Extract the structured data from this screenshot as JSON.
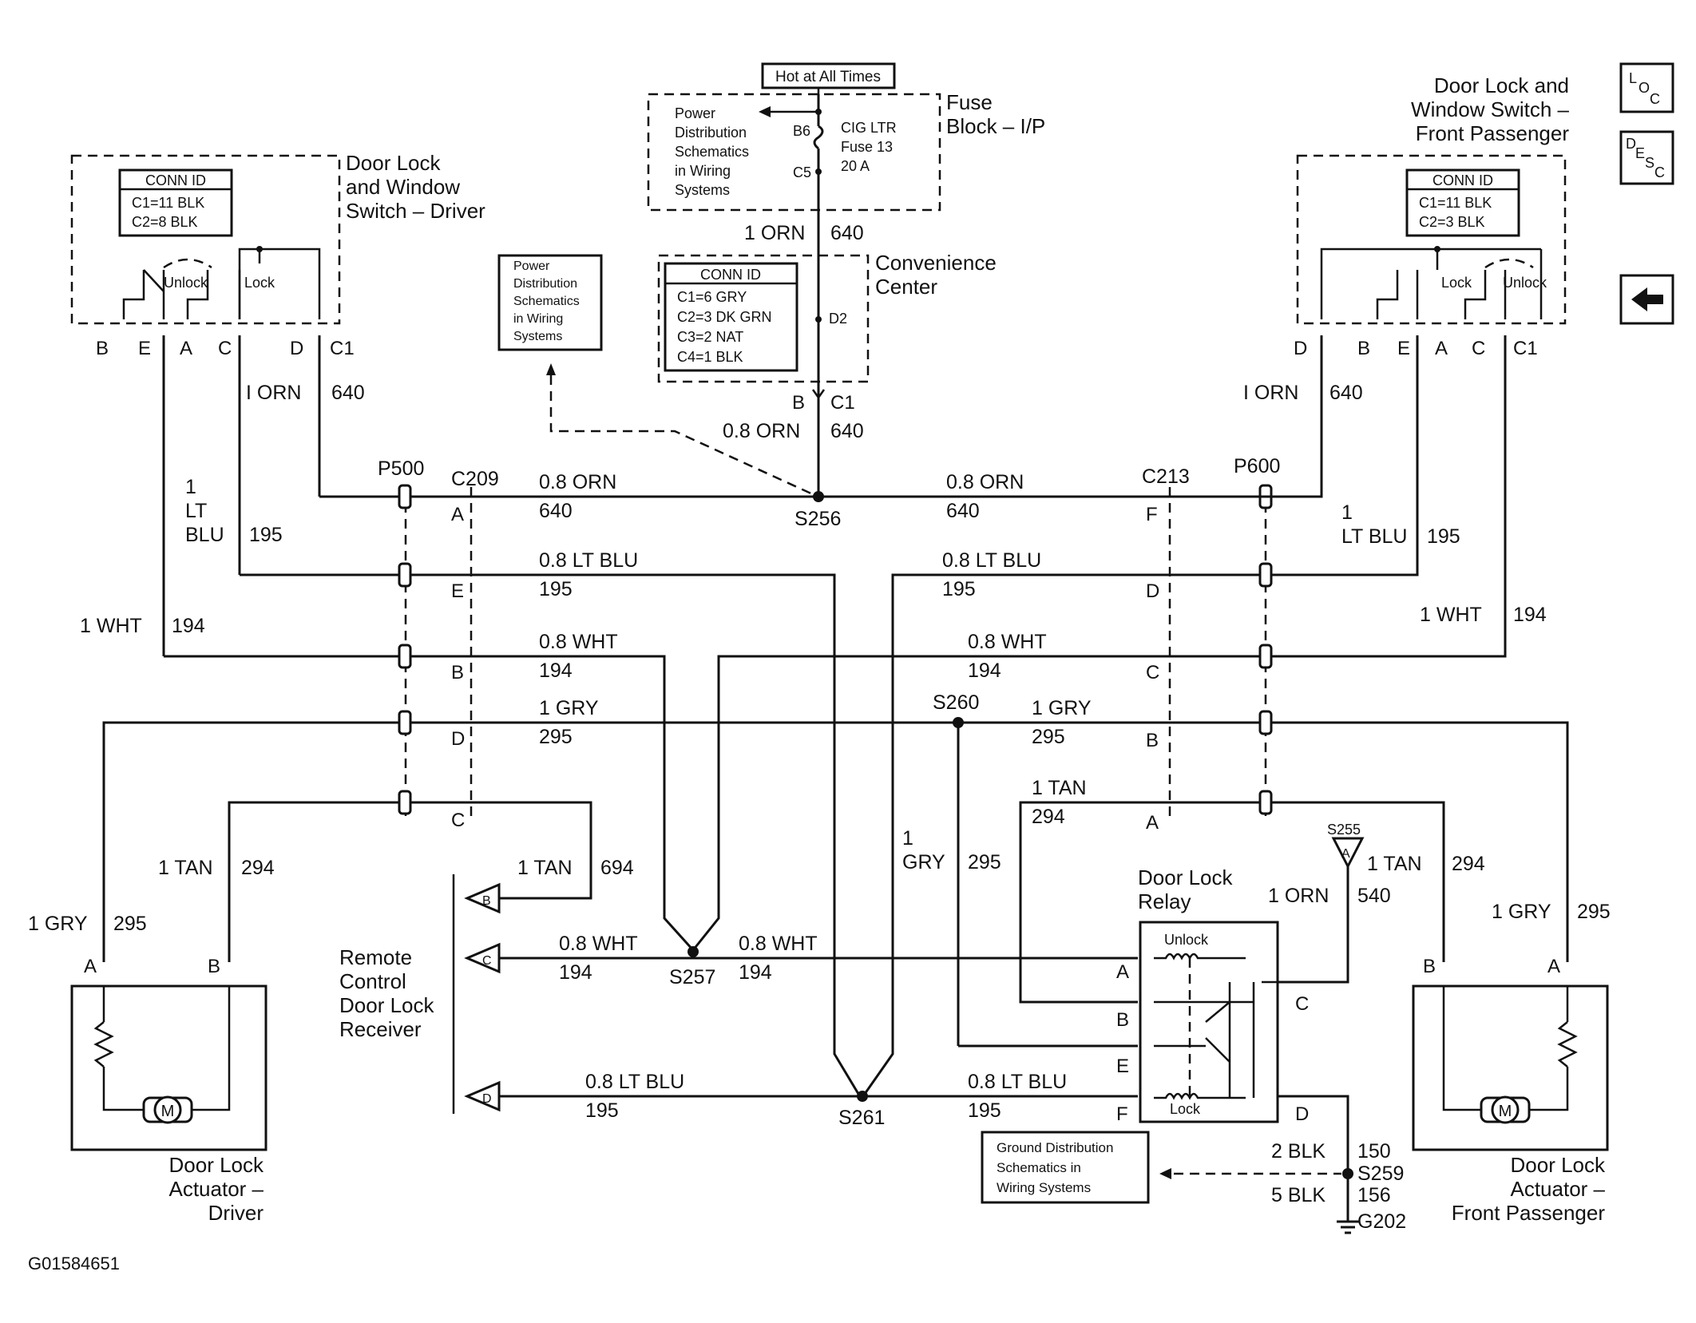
{
  "header": {
    "hot_at_all_times": "Hot at All Times",
    "fuse_block": [
      "Fuse",
      "Block – I/P"
    ],
    "fuse_note": [
      "Power",
      "Distribution",
      "Schematics",
      "in Wiring",
      "Systems"
    ],
    "fuse_pins": [
      "B6",
      "C5"
    ],
    "fuse_name": [
      "CIG LTR",
      "Fuse 13",
      "20 A"
    ]
  },
  "nav": {
    "loc_icon": [
      "L",
      "O",
      "C"
    ],
    "desc_icon": [
      "D",
      "E",
      "S",
      "C"
    ],
    "back_icon": "back-arrow"
  },
  "convenience_center": {
    "title": [
      "Convenience",
      "Center"
    ],
    "conn_id_title": "CONN ID",
    "conn_id": [
      "C1=6 GRY",
      "C2=3 DK GRN",
      "C3=2 NAT",
      "C4=1 BLK"
    ],
    "pin": "D2",
    "bottom_pins": [
      "B",
      "C1"
    ]
  },
  "power_note_left": [
    "Power",
    "Distribution",
    "Schematics",
    "in Wiring",
    "Systems"
  ],
  "driver_switch": {
    "title": [
      "Door Lock",
      "and Window",
      "Switch – Driver"
    ],
    "conn_id_title": "CONN ID",
    "conn_id": [
      "C1=11 BLK",
      "C2=8 BLK"
    ],
    "switch_labels": [
      "Unlock",
      "Lock"
    ],
    "pins": [
      "B",
      "E",
      "A",
      "C",
      "D",
      "C1"
    ]
  },
  "passenger_switch": {
    "title": [
      "Door Lock and",
      "Window Switch –",
      "Front Passenger"
    ],
    "conn_id_title": "CONN ID",
    "conn_id": [
      "C1=11 BLK",
      "C2=3 BLK"
    ],
    "switch_labels": [
      "Lock",
      "Unlock"
    ],
    "pins": [
      "D",
      "B",
      "E",
      "A",
      "C",
      "C1"
    ]
  },
  "wires": {
    "orn_top_size": "1 ORN",
    "orn_top_circuit": "640",
    "orn_mid_size": "0.8 ORN",
    "orn_mid_circuit": "640",
    "drv_orn_size": "I ORN",
    "drv_orn_circuit": "640",
    "pas_orn_size": "I ORN",
    "pas_orn_circuit": "640",
    "drv_ltblu": [
      "1",
      "LT",
      "BLU"
    ],
    "drv_ltblu_circuit": "195",
    "pas_ltblu": [
      "1",
      "LT BLU"
    ],
    "pas_ltblu_circuit": "195",
    "drv_wht": "1 WHT",
    "drv_wht_circuit": "194",
    "pas_wht": "1 WHT",
    "pas_wht_circuit": "194",
    "row_orn_l": [
      "0.8 ORN",
      "640"
    ],
    "row_orn_r": [
      "0.8 ORN",
      "640"
    ],
    "row_ltblu_l": [
      "0.8 LT BLU",
      "195"
    ],
    "row_ltblu_r": [
      "0.8 LT BLU",
      "195"
    ],
    "row_wht_l": [
      "0.8 WHT",
      "194"
    ],
    "row_wht_r": [
      "0.8 WHT",
      "194"
    ],
    "row_gry_l": [
      "1 GRY",
      "295"
    ],
    "row_gry_r": [
      "1 GRY",
      "295"
    ],
    "row_tan_r": [
      "1 TAN",
      "294"
    ],
    "drv_tan": [
      "1 TAN",
      "294"
    ],
    "drv_gry": [
      "1 GRY",
      "295"
    ],
    "rc_tan": [
      "1 TAN",
      "694"
    ],
    "rc_wht_l": [
      "0.8 WHT",
      "194"
    ],
    "rc_wht_r": [
      "0.8 WHT",
      "194"
    ],
    "rc_ltblu_l": [
      "0.8 LT BLU",
      "195"
    ],
    "rc_ltblu_r": [
      "0.8 LT BLU",
      "195"
    ],
    "mid_gry": [
      "1",
      "GRY"
    ],
    "mid_gry_circuit": "295",
    "pas_tan": [
      "1 TAN",
      "294"
    ],
    "pas_gry": [
      "1 GRY",
      "295"
    ],
    "relay_orn": [
      "1 ORN",
      "540"
    ],
    "gnd_blk_2": [
      "2 BLK",
      "150"
    ],
    "gnd_blk_5": [
      "5 BLK",
      "156"
    ]
  },
  "connectors": {
    "p500": "P500",
    "c209": "C209",
    "c209_pins": [
      "A",
      "E",
      "B",
      "D",
      "C"
    ],
    "p600": "P600",
    "c213": "C213",
    "c213_pins": [
      "F",
      "D",
      "C",
      "B",
      "A"
    ]
  },
  "splices": {
    "s256": "S256",
    "s260": "S260",
    "s257": "S257",
    "s261": "S261",
    "s255": "S255",
    "s255_pin": "A",
    "s259": "S259",
    "g202": "G202"
  },
  "receiver": {
    "title": [
      "Remote",
      "Control",
      "Door Lock",
      "Receiver"
    ],
    "pins": [
      "B",
      "C",
      "D"
    ]
  },
  "relay": {
    "title": [
      "Door Lock",
      "Relay"
    ],
    "unlock": "Unlock",
    "lock": "Lock",
    "left_pins": [
      "A",
      "B",
      "E",
      "F"
    ],
    "right_pins": [
      "C",
      "D"
    ]
  },
  "ground_note": [
    "Ground Distribution",
    "Schematics in",
    "Wiring Systems"
  ],
  "driver_actuator": {
    "title": [
      "Door Lock",
      "Actuator –",
      "Driver"
    ],
    "pins": [
      "A",
      "B"
    ],
    "motor": "M"
  },
  "passenger_actuator": {
    "title": [
      "Door Lock",
      "Actuator –",
      "Front Passenger"
    ],
    "pins": [
      "B",
      "A"
    ],
    "motor": "M"
  },
  "footer_id": "G01584651"
}
